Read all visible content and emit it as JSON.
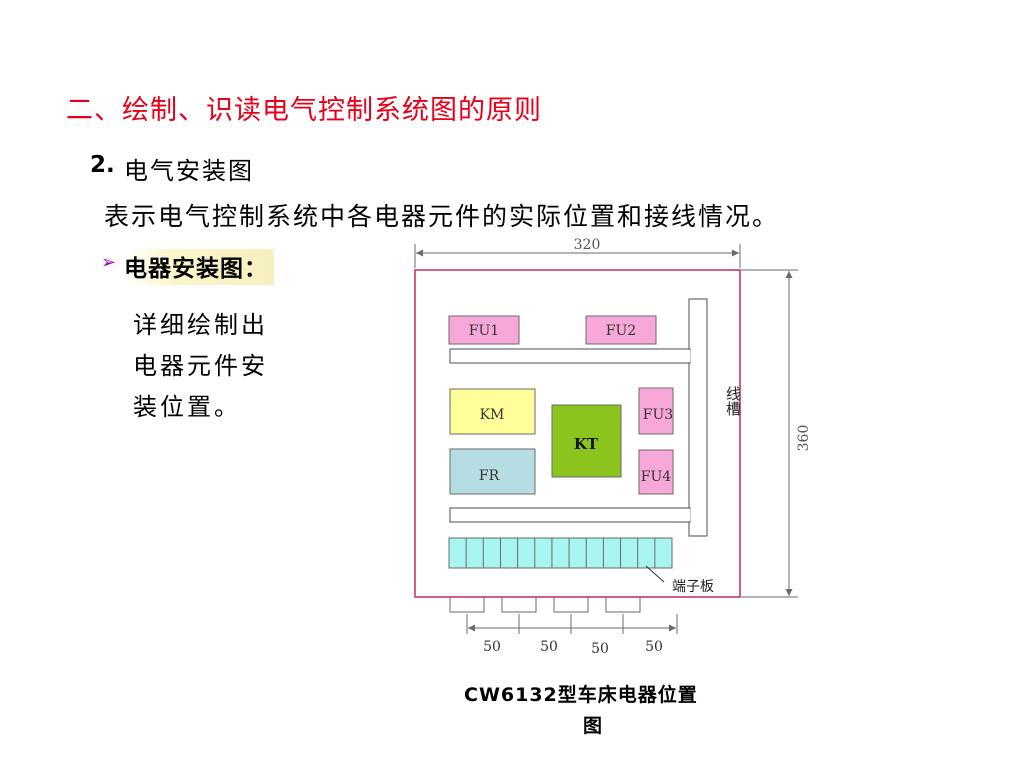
{
  "heading": "二、绘制、识读电气控制系统图的原则",
  "section": {
    "number": "2.",
    "name": "电气安装图"
  },
  "description": "表示电气控制系统中各电器元件的实际位置和接线情况。",
  "bullet": {
    "marker": "➢",
    "label": "电器安装图："
  },
  "detail_lines": [
    "详细绘制出",
    "电器元件安",
    "装位置。"
  ],
  "diagram": {
    "width_dim": "320",
    "height_dim": "360",
    "components": {
      "fu1": "FU1",
      "fu2": "FU2",
      "km": "KM",
      "kt": "KT",
      "fu3": "FU3",
      "fr": "FR",
      "fu4": "FU4"
    },
    "wire_duct_label": "线槽",
    "terminal_label": "端子板",
    "spacing_dims": [
      "50",
      "50",
      "50",
      "50"
    ],
    "colors": {
      "frame": "#c41a52",
      "fuse": "#f8a8d8",
      "km": "#ffff99",
      "fr": "#b6dde4",
      "kt": "#8cc41e",
      "terminal": "#a8f4f0",
      "dim_line": "#6a6a6a"
    }
  },
  "caption": {
    "line1": "CW6132型车床电器位置",
    "line2": "图"
  }
}
